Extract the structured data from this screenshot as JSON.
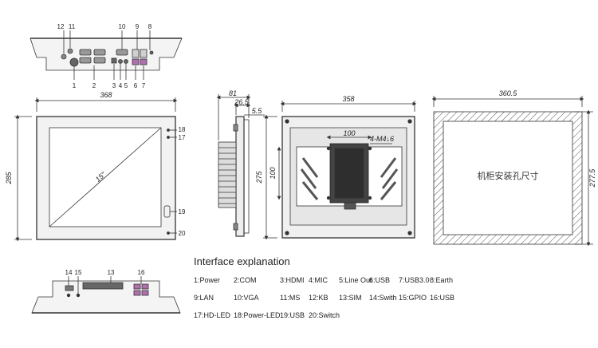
{
  "dimensions": {
    "front_width": "368",
    "front_height": "285",
    "diagonal": "15\"",
    "side_depth": "81",
    "side_top": "26.5",
    "side_offset": "5.5",
    "back_width": "358",
    "back_height": "275",
    "vesa_width": "100",
    "vesa_height": "100",
    "vesa_holes": "4-M4↓6",
    "cutout_width": "360.5",
    "cutout_height": "277.5"
  },
  "cutout_label": "机柜安装孔尺寸",
  "top_view_labels": {
    "top": [
      "12",
      "11",
      "10",
      "9",
      "8"
    ],
    "bottom": [
      "1",
      "2",
      "3",
      "4",
      "5",
      "6",
      "7"
    ]
  },
  "front_labels": [
    "18",
    "17",
    "19",
    "20"
  ],
  "bottom_view_labels": [
    "14",
    "15",
    "13",
    "16"
  ],
  "legend": {
    "title": "Interface explanation",
    "rows": [
      [
        "1:Power",
        "2:COM",
        "3:HDMI",
        "4:MIC",
        "5:Line Out",
        "6:USB",
        "7:USB3.0",
        "8:Earth"
      ],
      [
        "9:LAN",
        "10:VGA",
        "11:MS",
        "12:KB",
        "13:SIM",
        "14:Swith",
        "15:GPIO",
        "16:USB"
      ],
      [
        "17:HD-LED",
        "18:Power-LED",
        "19:USB",
        "20:Switch"
      ]
    ]
  }
}
